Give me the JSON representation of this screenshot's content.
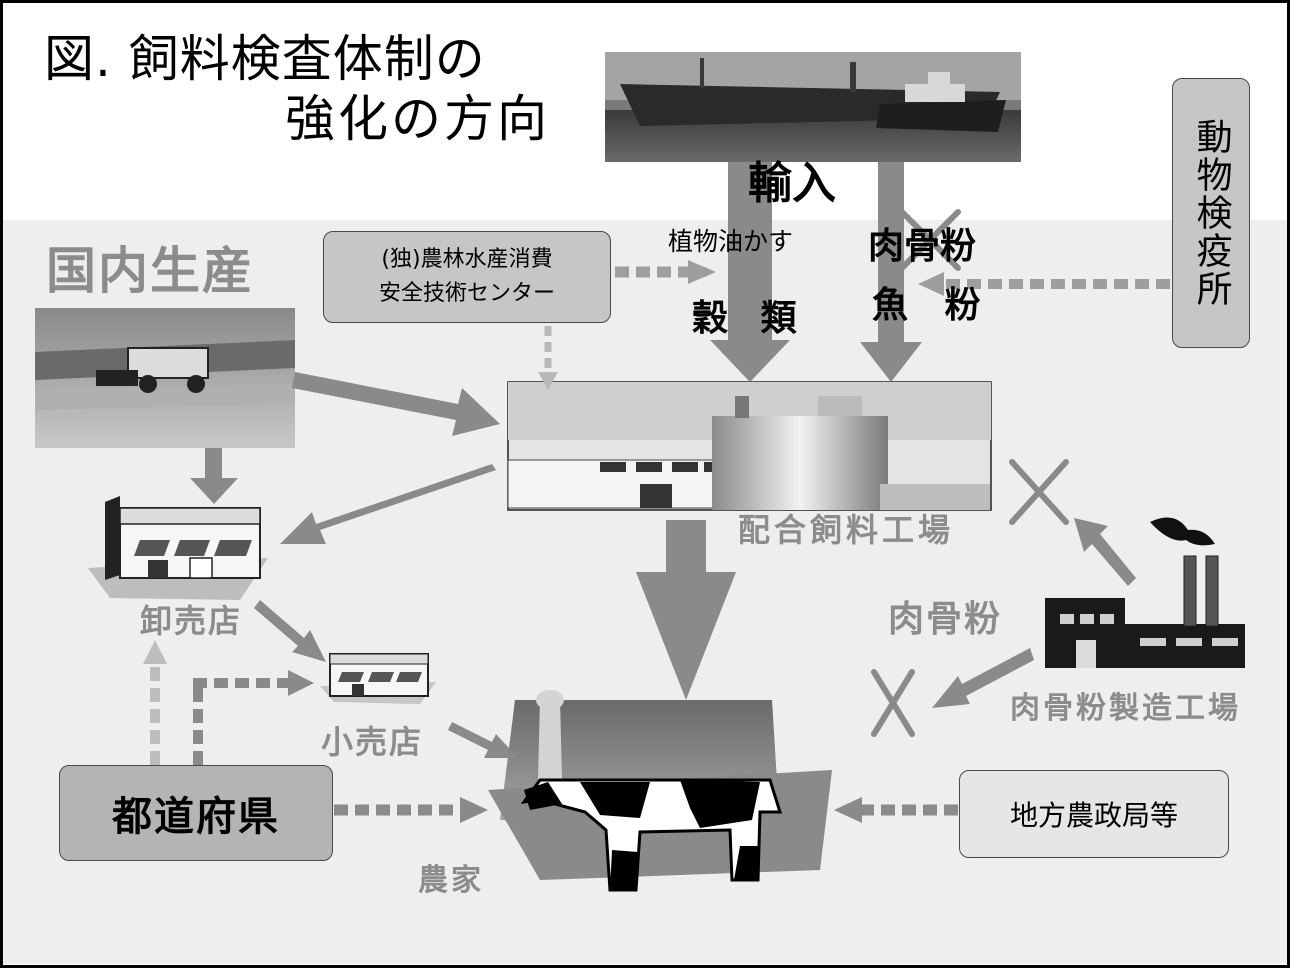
{
  "title": {
    "line1": "図. 飼料検査体制の",
    "line2": "強化の方向"
  },
  "labels": {
    "domestic_production": "国内生産",
    "import": "輸入",
    "oil_cake": "植物油かす",
    "grain": "穀 類",
    "meat_bone_meal_import": "肉骨粉",
    "fish_meal": "魚 粉",
    "compound_feed_plant": "配合飼料工場",
    "wholesaler": "卸売店",
    "retailer": "小売店",
    "farm": "農家",
    "meat_bone_meal_flow": "肉骨粉",
    "meat_bone_meal_plant": "肉骨粉製造工場"
  },
  "agencies": {
    "famic_line1": "(独)農林水産消費",
    "famic_line2": "安全技術センター",
    "animal_quarantine": "動物検疫所",
    "prefecture": "都道府県",
    "regional_bureau": "地方農政局等"
  },
  "colors": {
    "flow_arrow": "#8a8a8a",
    "dotted_arrow": "#9e9e9e",
    "domestic_area": "#eeeeee",
    "label_gray": "#8c8c8c"
  }
}
